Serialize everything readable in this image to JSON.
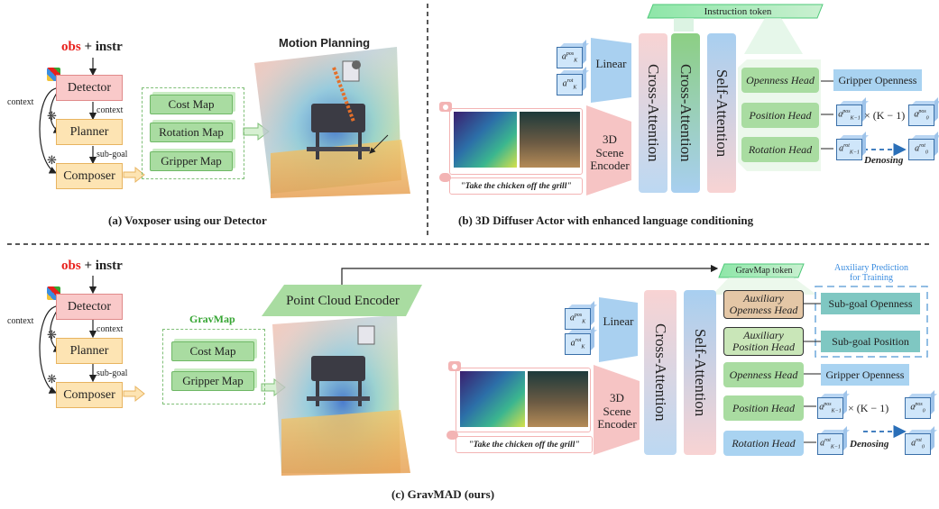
{
  "panel_a": {
    "title": "Motion Planning",
    "obs": "obs",
    "plus_instr": " + instr",
    "detector": "Detector",
    "planner": "Planner",
    "composer": "Composer",
    "context_left": "context",
    "context_mid": "context",
    "subgoal": "sub-goal",
    "maps": [
      "Cost Map",
      "Rotation Map",
      "Gripper Map"
    ],
    "caption": "(a) Voxposer using our Detector"
  },
  "panel_b": {
    "instruction_token": "Instruction token",
    "linear": "Linear",
    "scene_encoder_l1": "3D",
    "scene_encoder_l2": "Scene",
    "scene_encoder_l3": "Encoder",
    "cross_attention_1": "Cross-Attention",
    "cross_attention_2": "Cross-Attention",
    "self_attention": "Self-Attention",
    "heads": [
      "Openness Head",
      "Position Head",
      "Rotation Head"
    ],
    "gripper_openness": "Gripper Openness",
    "times_k": "× (K − 1)",
    "denosing": "Denosing",
    "instruction": "\"Take the chicken off the grill\"",
    "caption": "(b) 3D Diffuser Actor with enhanced language conditioning"
  },
  "panel_c": {
    "obs": "obs",
    "plus_instr": " + instr",
    "detector": "Detector",
    "planner": "Planner",
    "composer": "Composer",
    "context_left": "context",
    "context_mid": "context",
    "subgoal": "sub-goal",
    "gravmap_label": "GravMap",
    "maps": [
      "Cost Map",
      "Gripper Map"
    ],
    "point_cloud_encoder": "Point Cloud Encoder",
    "gravmap_token": "GravMap token",
    "aux_title_l1": "Auxiliary Prediction",
    "aux_title_l2": "for Training",
    "aux_open_l1": "Auxiliary",
    "aux_open_l2": "Openness Head",
    "aux_pos_l1": "Auxiliary",
    "aux_pos_l2": "Position Head",
    "subgoal_openness": "Sub-goal Openness",
    "subgoal_position": "Sub-goal Position",
    "linear": "Linear",
    "scene_encoder_l1": "3D",
    "scene_encoder_l2": "Scene",
    "scene_encoder_l3": "Encoder",
    "cross_attention": "Cross-Attention",
    "self_attention": "Self-Attention",
    "heads": [
      "Openness Head",
      "Position Head",
      "Rotation Head"
    ],
    "gripper_openness": "Gripper Openness",
    "times_k": "× (K − 1)",
    "denosing": "Denosing",
    "instruction": "\"Take the chicken off the grill\"",
    "caption": "(c) GravMAD (ours)"
  },
  "symbols": {
    "a_pos_K": "a",
    "sup_pos": "pos",
    "sup_rot": "rot",
    "sub_K": "K",
    "sub_K1": "K−1",
    "sub_0": "0"
  },
  "colors": {
    "red": "#e8201c",
    "blue_text": "#3b8de0",
    "green_text": "#35a532",
    "pink": "#f6c4c4",
    "yellow": "#fde4b3",
    "green": "#a9dca1",
    "blue": "#a9d3f1"
  },
  "icons": [
    "gpt-icon",
    "detector-icon",
    "camera-icon",
    "speech-bubble-icon"
  ]
}
